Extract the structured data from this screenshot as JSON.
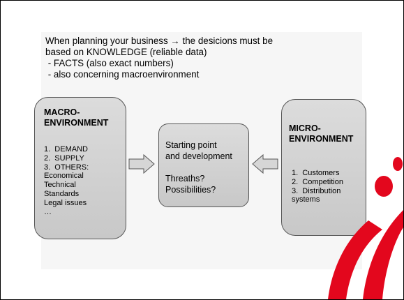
{
  "intro": {
    "line1": "When planning your business → the desicions must be",
    "line2": "based on KNOWLEDGE (reliable data)",
    "line3": " - FACTS (also exact numbers)",
    "line4": " - also concerning macroenvironment"
  },
  "macro": {
    "title_line1": "MACRO-",
    "title_line2": "ENVIRONMENT",
    "items": [
      "1.  DEMAND",
      "2.  SUPPLY",
      "3.  OTHERS:",
      "Economical",
      "Technical",
      "Standards",
      "Legal issues",
      "…"
    ]
  },
  "center": {
    "line1": "Starting point",
    "line2": "and development",
    "line3": "",
    "line4": "Threaths?",
    "line5": "Possibilities?"
  },
  "micro": {
    "title_line1": "MICRO-",
    "title_line2": "ENVIRONMENT",
    "items": [
      "1.  Customers",
      "2.  Competition",
      "3.  Distribution",
      "systems"
    ]
  },
  "colors": {
    "box_fill": "#d3d3d3",
    "logo_red": "#e3071d"
  },
  "icons": {
    "left_arrow": "block-arrow-right-icon",
    "right_arrow": "block-arrow-left-icon",
    "logo": "red-swoosh-logo"
  }
}
